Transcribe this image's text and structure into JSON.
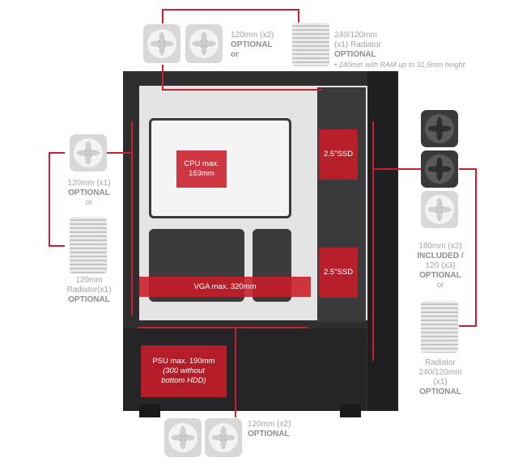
{
  "top": {
    "fan_label_size": "120mm (x2)",
    "fan_label_status": "OPTIONAL",
    "fan_label_or": "or",
    "radiator_label_size": "240/120mm",
    "radiator_label_count": "(x1) Radiator",
    "radiator_label_status": "OPTIONAL",
    "radiator_note": "• 240mm with RAM up to 31,5mm height"
  },
  "rear": {
    "fan_label_size": "120mm (x1)",
    "fan_label_status": "OPTIONAL",
    "fan_label_or": "or",
    "radiator_label_size": "120mm",
    "radiator_label_count": "Radiator(x1)",
    "radiator_label_status": "OPTIONAL"
  },
  "front": {
    "fan_label_size": "180mm (x2)",
    "fan_label_included": "INCLUDED /",
    "fan_label_alt": "120 (x3)",
    "fan_label_status": "OPTIONAL",
    "fan_label_or": "or",
    "radiator_label_title": "Radiator",
    "radiator_label_size": "240/120mm",
    "radiator_label_count": "(x1)",
    "radiator_label_status": "OPTIONAL"
  },
  "bottom": {
    "fan_label_size": "120mm (x2)",
    "fan_label_status": "OPTIONAL"
  },
  "interior": {
    "cpu_line1": "CPU max.",
    "cpu_line2": "163mm",
    "ssd_upper": "2.5\"SSD",
    "ssd_lower": "2.5\"SSD",
    "vga_label": "VGA max. 320mm",
    "psu_line1": "PSU max. 190mm",
    "psu_line2": "(300 without",
    "psu_line3": "bottom HDD)"
  },
  "colors": {
    "accent": "#c8202c",
    "case": "#2e2e30",
    "fan_light": "#d8d8d8",
    "fan_dark": "#3a3a3c"
  }
}
